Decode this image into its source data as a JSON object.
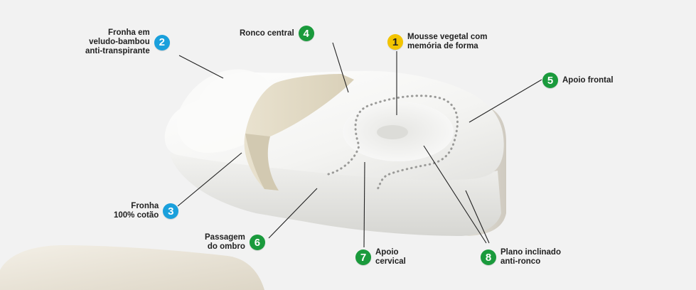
{
  "colors": {
    "background": "#f2f2f2",
    "badge_green": "#1a9a3c",
    "badge_blue": "#1aa0dc",
    "badge_yellow": "#f3c400"
  },
  "callouts": [
    {
      "id": "1",
      "number": "1",
      "color": "yellow",
      "lines": [
        "Mousse vegetal com",
        "memória de forma"
      ]
    },
    {
      "id": "2",
      "number": "2",
      "color": "blue",
      "lines": [
        "Fronha em",
        "veludo-bambou",
        "anti-transpirante"
      ]
    },
    {
      "id": "3",
      "number": "3",
      "color": "blue",
      "lines": [
        "Fronha",
        "100% cotão"
      ]
    },
    {
      "id": "4",
      "number": "4",
      "color": "green",
      "lines": [
        "Ronco central"
      ]
    },
    {
      "id": "5",
      "number": "5",
      "color": "green",
      "lines": [
        "Apoio frontal"
      ]
    },
    {
      "id": "6",
      "number": "6",
      "color": "green",
      "lines": [
        "Passagem",
        "do ombro"
      ]
    },
    {
      "id": "7",
      "number": "7",
      "color": "green",
      "lines": [
        "Apoio",
        "cervical"
      ]
    },
    {
      "id": "8",
      "number": "8",
      "color": "green",
      "lines": [
        "Plano inclinado",
        "anti-ronco"
      ]
    }
  ]
}
